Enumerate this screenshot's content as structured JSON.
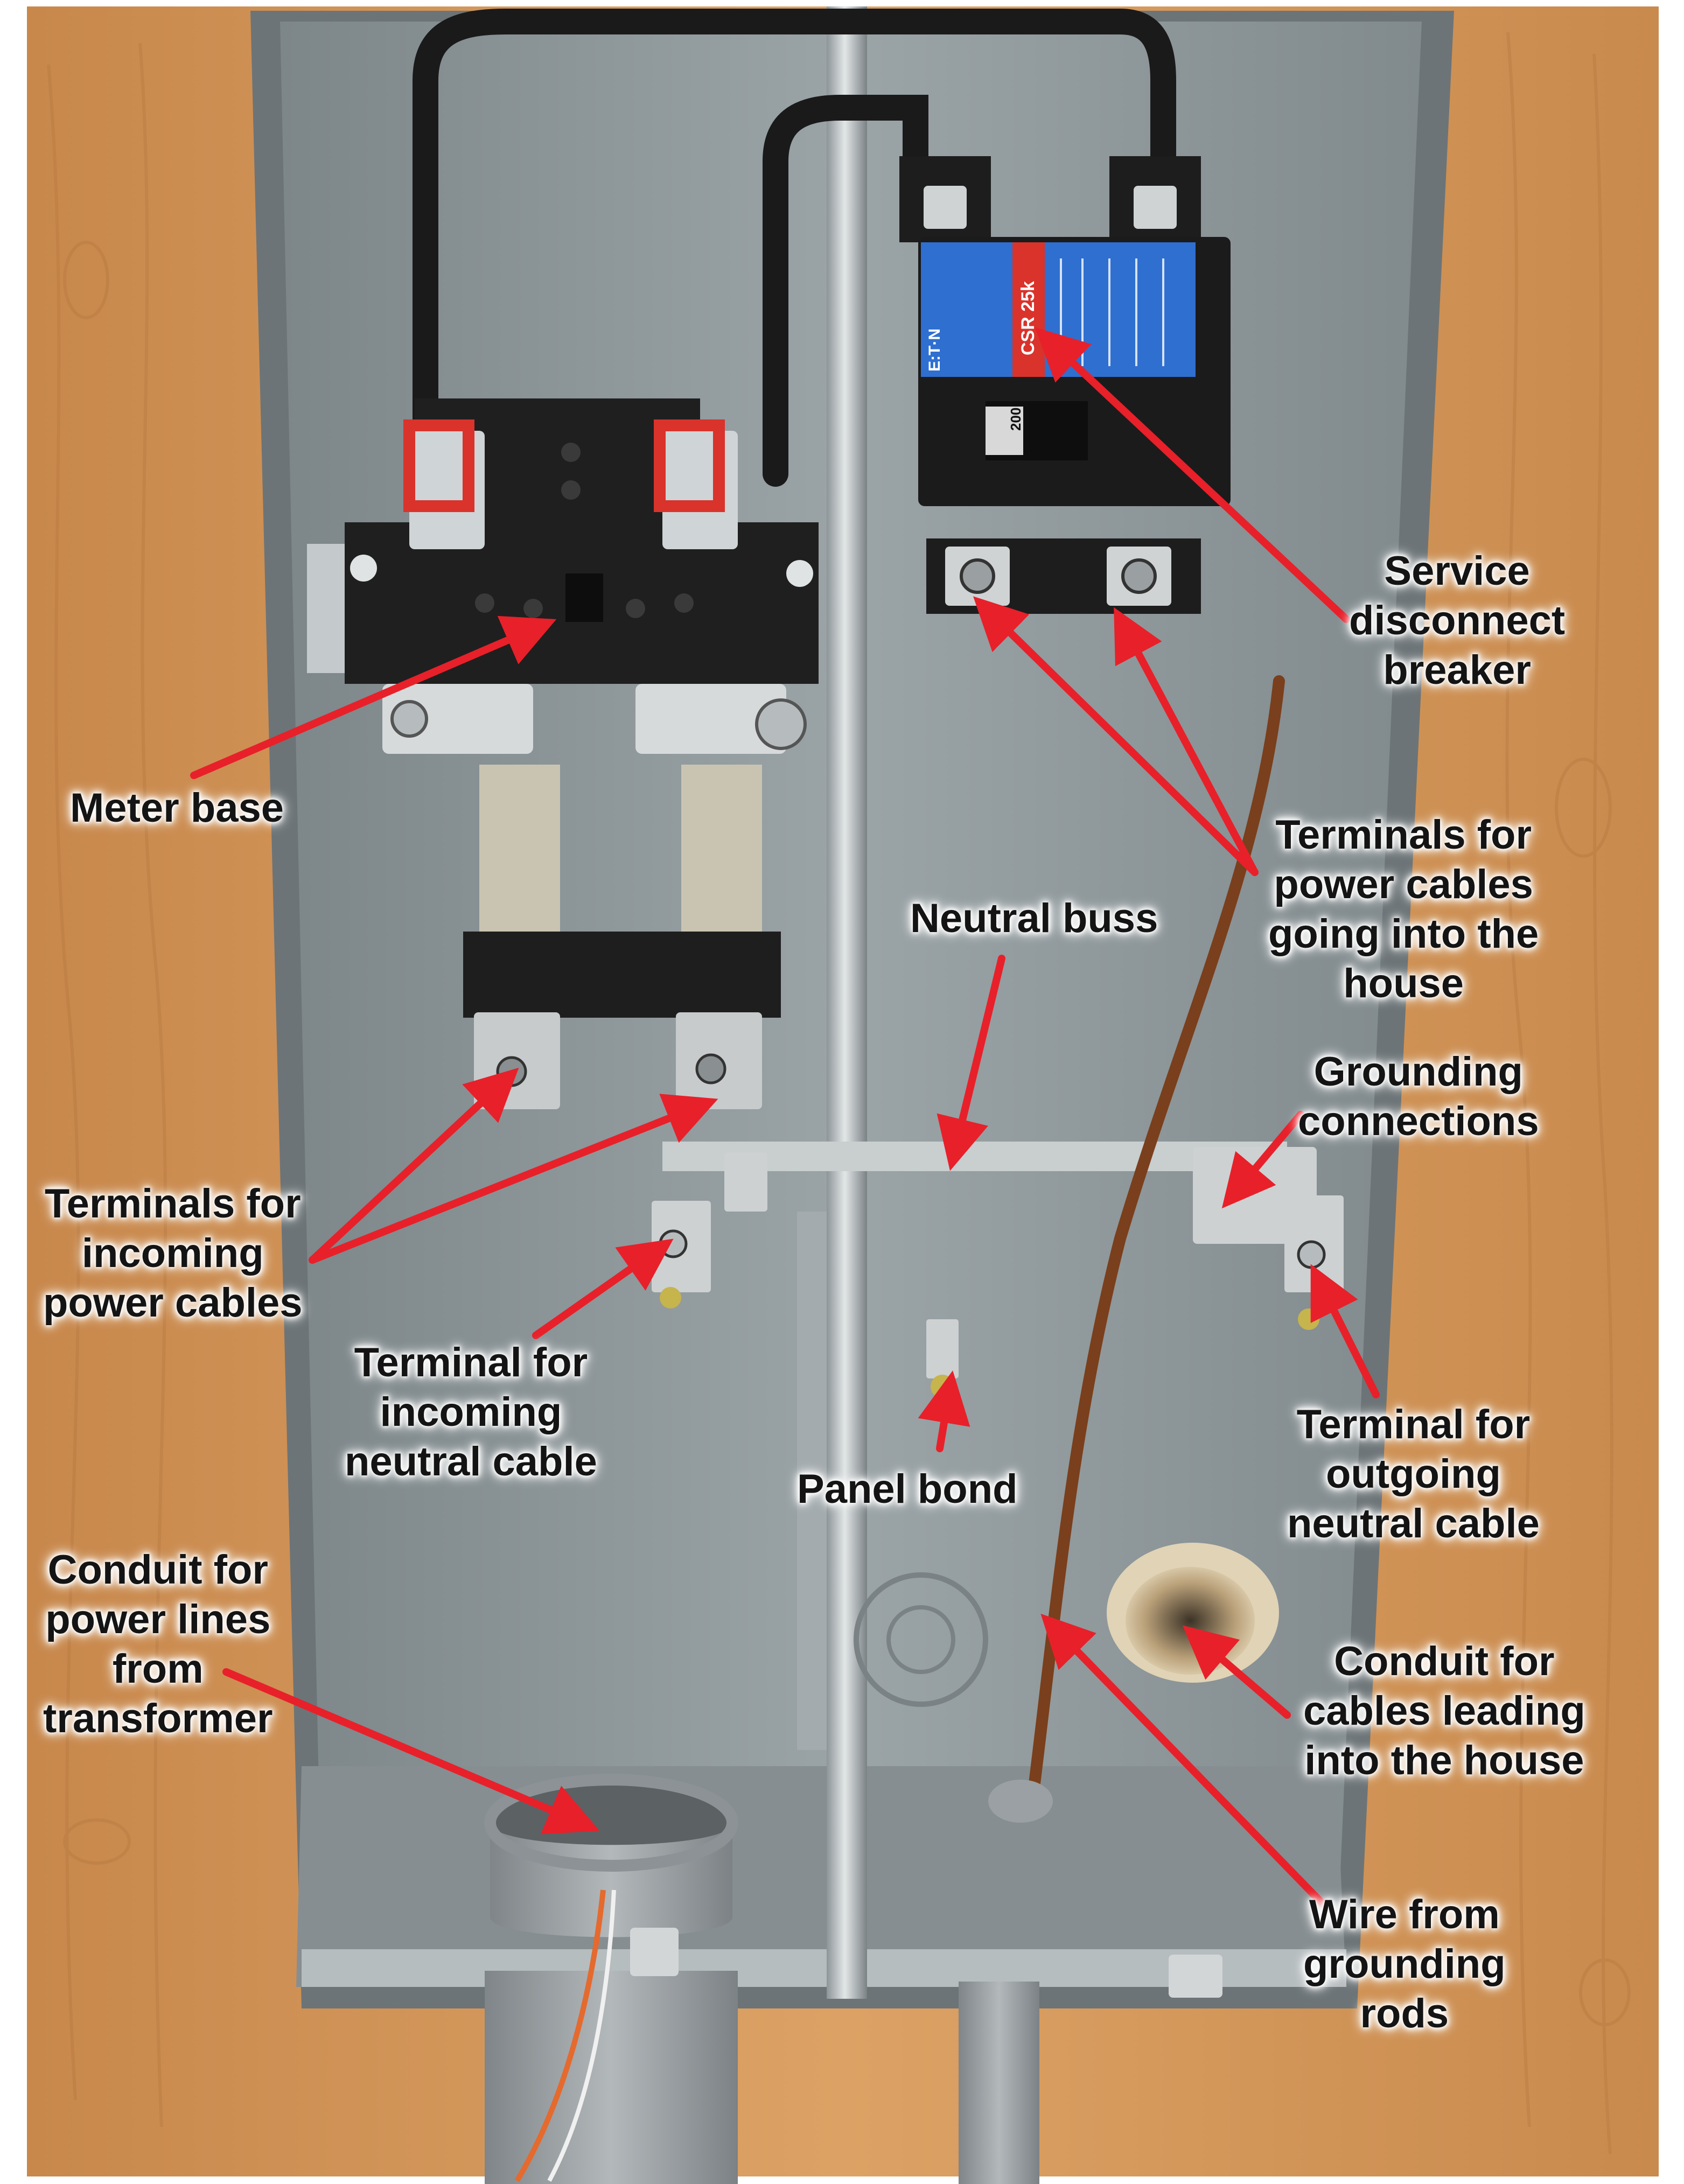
{
  "colors": {
    "wood": "#d89a5e",
    "wood_dark": "#b4773e",
    "panel": "#8e979a",
    "panel_dark": "#6f777a",
    "panel_light": "#b9c0c2",
    "arrow": "#e8202a",
    "label_text": "#141414",
    "breaker_label": "#2f6fd0",
    "breaker_red": "#d9332b",
    "copper": "#7a3f1c",
    "pvc": "#9ea3a6"
  },
  "breaker_label_text": {
    "brand": "E:T·N",
    "model": "CSR 25k",
    "rating": "200"
  },
  "callouts": {
    "meter_base": {
      "lines": [
        "Meter base"
      ]
    },
    "service_disconnect": {
      "lines": [
        "Service",
        "disconnect",
        "breaker"
      ]
    },
    "terminals_house": {
      "lines": [
        "Terminals for",
        "power cables",
        "going into the",
        "house"
      ]
    },
    "neutral_buss": {
      "lines": [
        "Neutral buss"
      ]
    },
    "grounding_connections": {
      "lines": [
        "Grounding",
        "connections"
      ]
    },
    "terminals_incoming": {
      "lines": [
        "Terminals for",
        "incoming",
        "power cables"
      ]
    },
    "terminal_incoming_neutral": {
      "lines": [
        "Terminal for",
        "incoming",
        "neutral cable"
      ]
    },
    "panel_bond": {
      "lines": [
        "Panel bond"
      ]
    },
    "terminal_outgoing_neutral": {
      "lines": [
        "Terminal for",
        "outgoing",
        "neutral cable"
      ]
    },
    "conduit_transformer": {
      "lines": [
        "Conduit for",
        "power lines",
        "from",
        "transformer"
      ]
    },
    "conduit_house": {
      "lines": [
        "Conduit for",
        "cables leading",
        "into the house"
      ]
    },
    "wire_grounding": {
      "lines": [
        "Wire from",
        "grounding",
        "rods"
      ]
    }
  }
}
